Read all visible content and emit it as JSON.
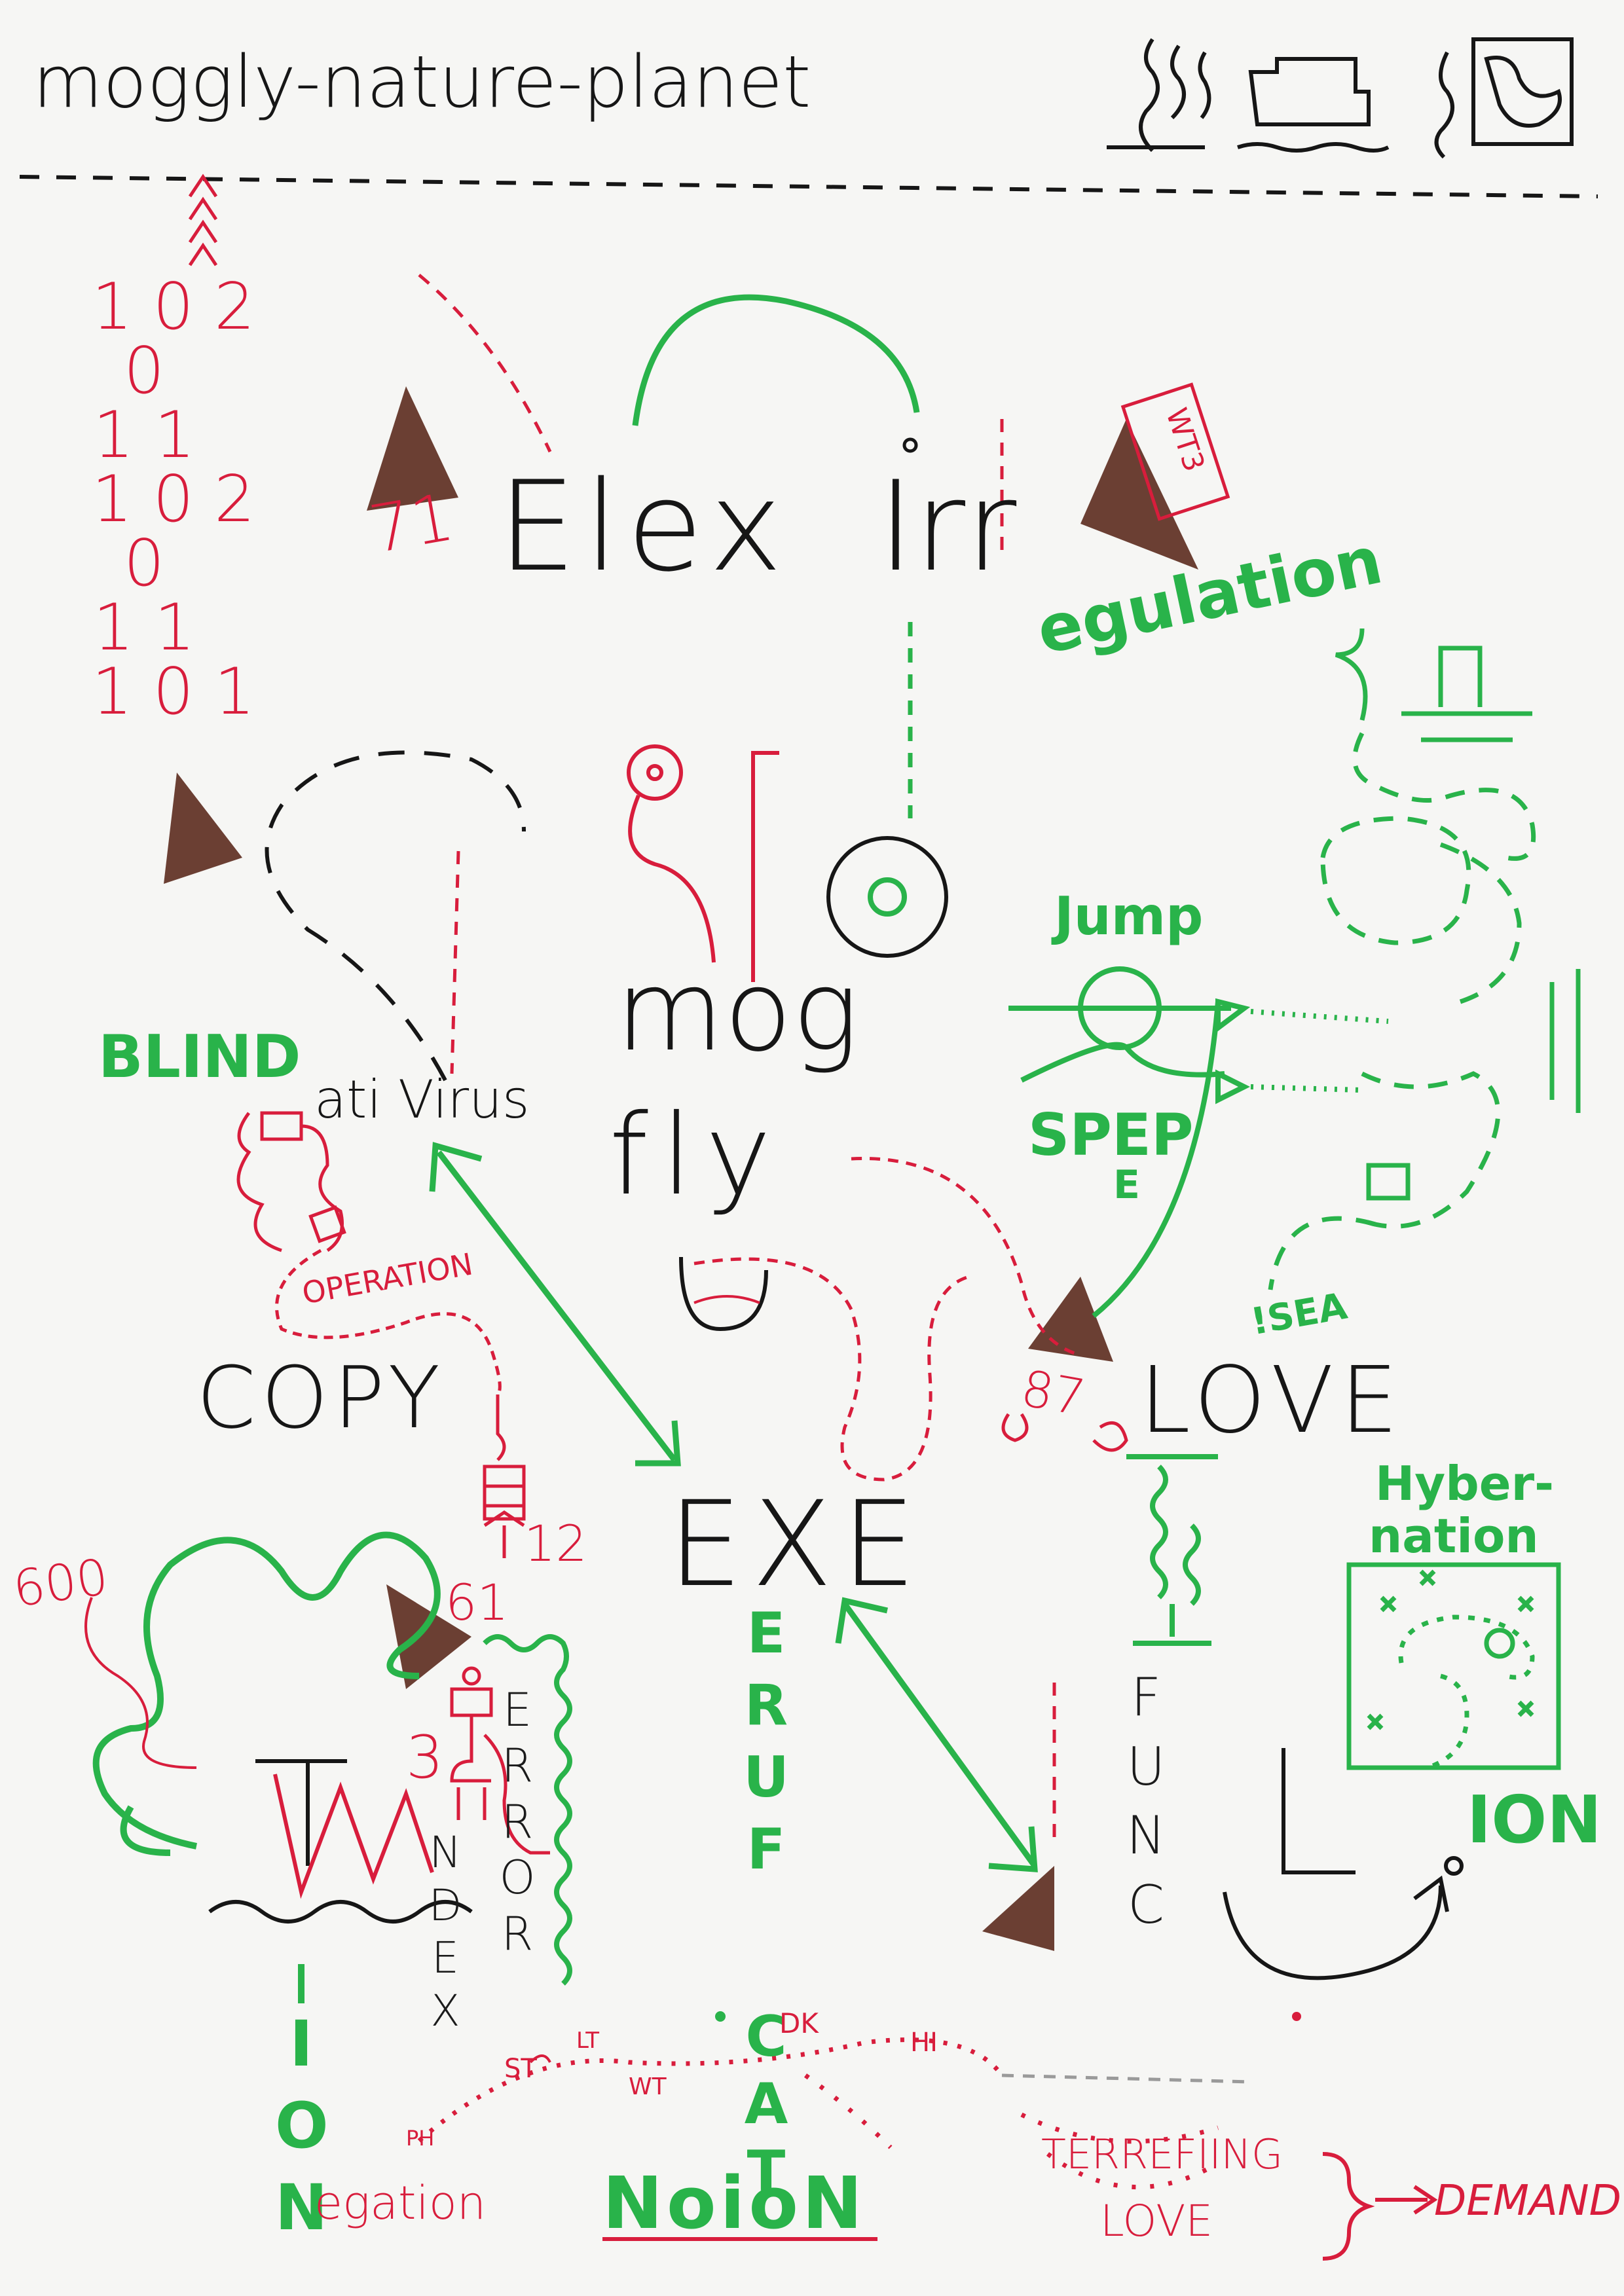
{
  "header": {
    "title": "moggly-nature-planet"
  },
  "colors": {
    "ink_black": "#161616",
    "ink_red": "#d81d3c",
    "ink_green": "#29b34a",
    "marker_brown": "#6b3f33",
    "paper": "#f6f6f4"
  },
  "icons": [
    "triangle-icon",
    "circle-icon",
    "arrow-icon",
    "squiggle-icon",
    "box-icon"
  ],
  "binary_column": {
    "lines": "1 0 2\n0\n1 1\n1 0 2\n0\n1 1\n1 0 1"
  },
  "words": {
    "elex": "Elex",
    "irr": "Irr",
    "regulation": "egulation",
    "wt3": "WT3",
    "num_71": "71",
    "mog": "mog",
    "fly": "fly",
    "jump": "Jump",
    "speed": "SPEP",
    "speed_e": "E",
    "blind": "BLIND",
    "ati_virus": "ati Virus",
    "operation": "OPERATION",
    "copy": "COPY",
    "love": "LOVE",
    "sea": "!SEA",
    "num_87": "87",
    "exe": "EXE",
    "hybernation_1": "Hyber-",
    "hybernation_2": "nation",
    "num_600": "600",
    "num_61": "61",
    "num_12": "12",
    "num_3": "3",
    "error_vertical": "ERROR",
    "index_vertical": "NDEX",
    "eruf_vertical": "ERUF",
    "cat_vertical": "CAT",
    "func_vertical": "FUNC",
    "ion_right": "ION",
    "ion_left": "ION",
    "negation": "egation",
    "noion": "NoioN",
    "terrefiing": "TERREFIING",
    "love_small": "LOVE",
    "demand": "DEMAND",
    "st": "ST",
    "lt": "LT",
    "wt": "WT",
    "dk": "DK",
    "hi": "HI",
    "ph": "PH"
  }
}
